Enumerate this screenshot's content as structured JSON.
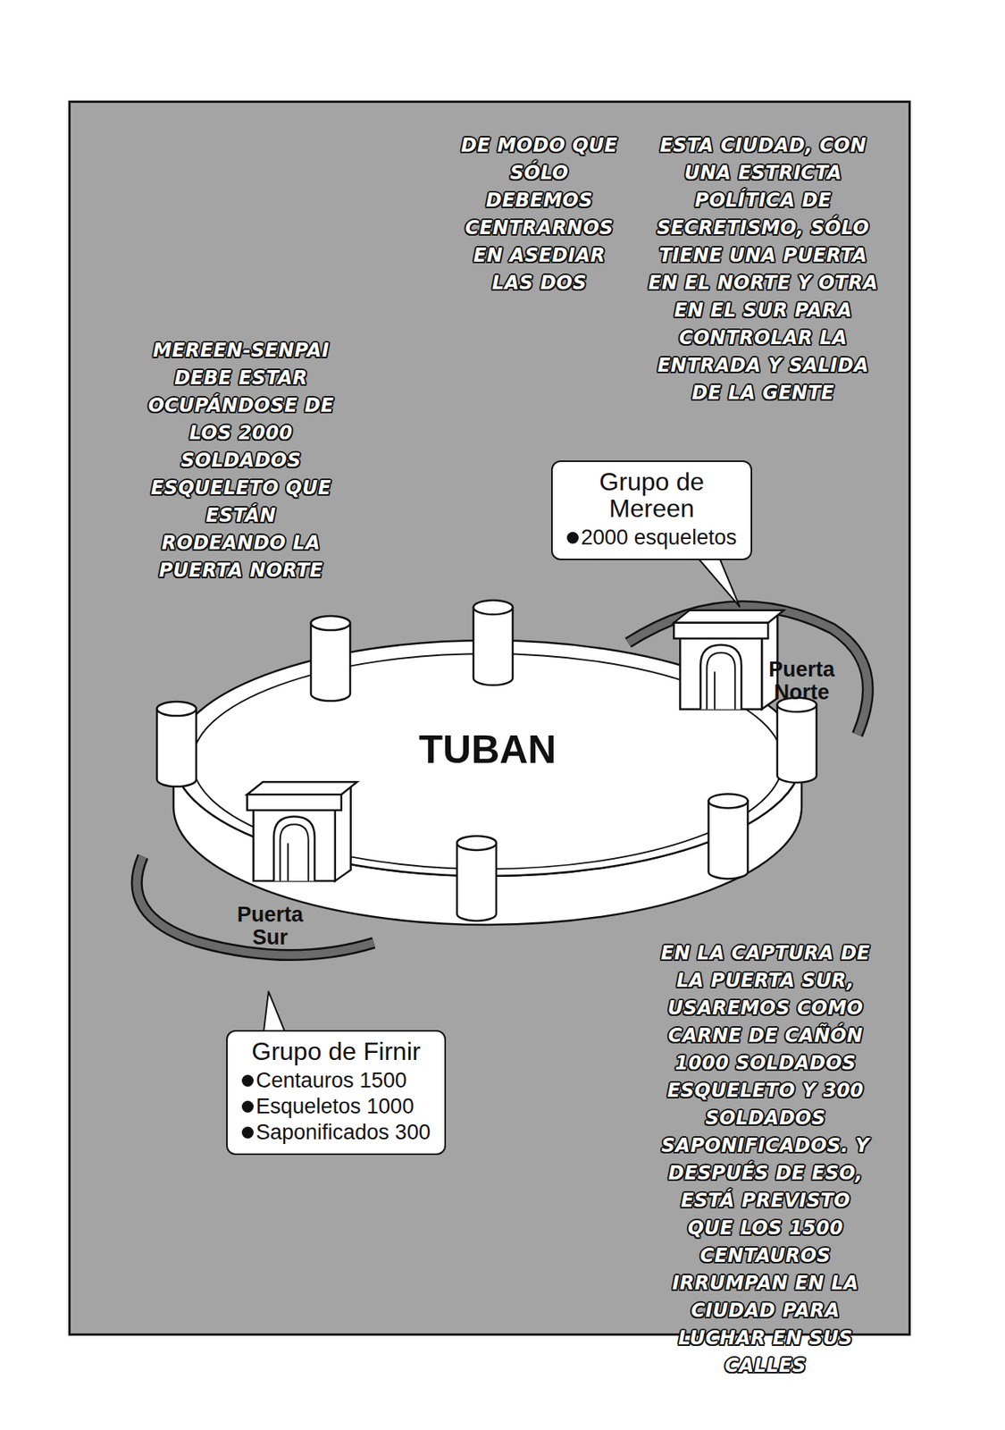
{
  "diagram": {
    "nodes": [
      {
        "text": [
          "Grupo de Mereen",
          "2000 esqueletos"
        ]
      },
      {
        "text": [
          "Grupo de Firnir",
          "Centauros 1500",
          "Esqueletos 1000",
          "Saponificados 300"
        ]
      }
    ],
    "labels": [
      "ESTA CIUDAD, CON UNA ESTRICTA POLÍTICA DE SECRETISMO, SÓLO TIENE UNA PUERTA EN EL NORTE Y OTRA EN EL SUR PARA CONTROLAR LA ENTRADA Y SALIDA DE LA GENTE",
      "DE MODO QUE SÓLO DEBEMOS CENTRARNOS EN ASEDIAR LAS DOS",
      "MEREEN-SENPAI DEBE ESTAR OCUPÁNDOSE DE LOS 2000 SOLDADOS ESQUELETO QUE ESTÁN RODEANDO LA PUERTA NORTE",
      "EN LA CAPTURA DE LA PUERTA SUR, USAREMOS COMO CARNE DE CAÑÓN 1000 SOLDADOS ESQUELETO Y 300 SOLDADOS SAPONIFICADOS. Y DESPUÉS DE ESO, ESTÁ PREVISTO QUE LOS 1500 CENTAUROS IRRUMPAN EN LA CIUDAD PARA LUCHAR EN SUS CALLES",
      "TUBAN",
      "Puerta Norte",
      "Puerta Sur"
    ]
  }
}
